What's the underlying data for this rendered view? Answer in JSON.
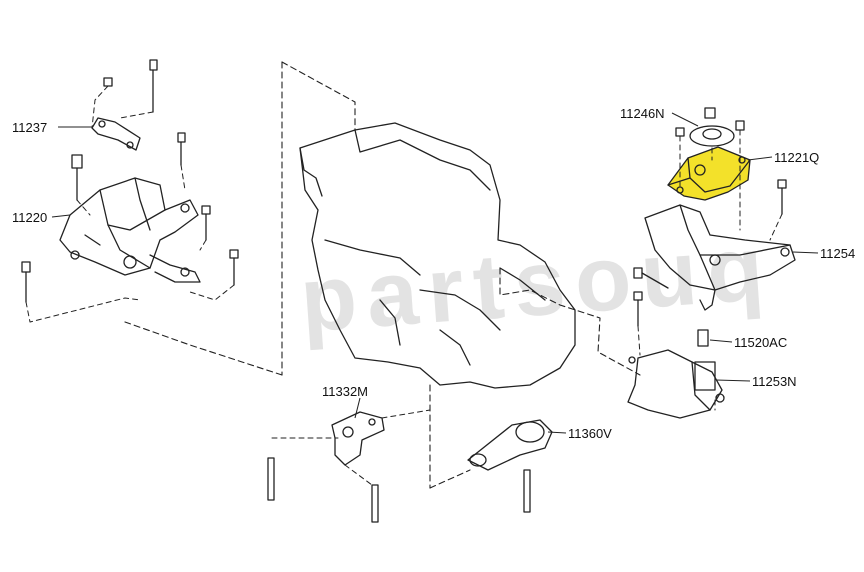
{
  "diagram": {
    "part_labels": {
      "p11237": "11237",
      "p11220": "11220",
      "p11246N": "11246N",
      "p11221Q": "11221Q",
      "p11254": "11254",
      "p11520AC": "11520AC",
      "p11253N": "11253N",
      "p11332M": "11332M",
      "p11360V": "11360V"
    },
    "highlight_part": "11221Q",
    "colors": {
      "highlight": "#f3e12a",
      "line": "#222222",
      "watermark": "#e3e3e3"
    },
    "watermark_text": "partsouq"
  }
}
